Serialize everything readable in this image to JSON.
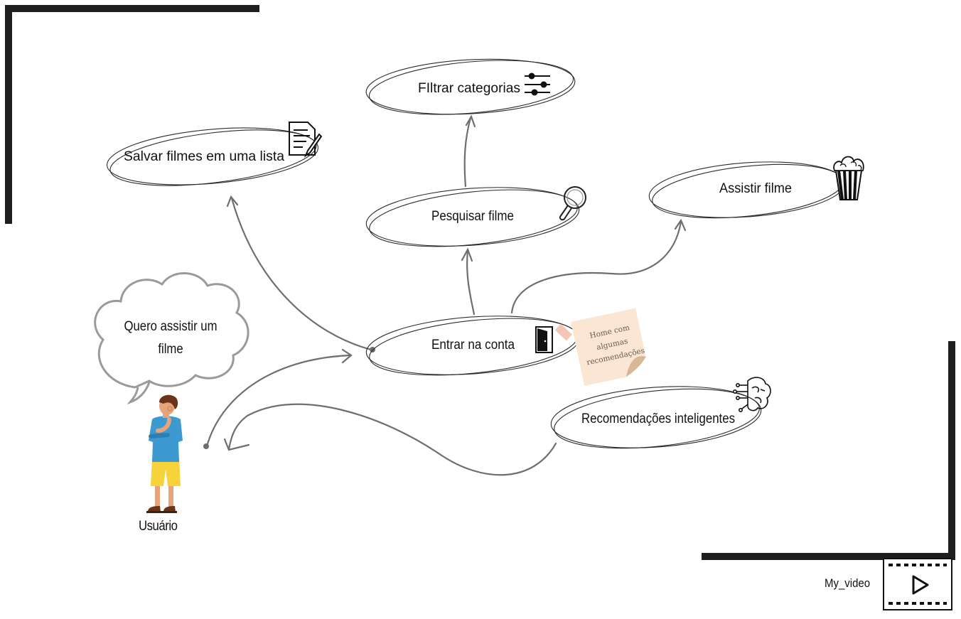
{
  "nodes": {
    "filtrar": "FIltrar categorias",
    "salvar": "Salvar filmes em uma lista",
    "pesquisar": "Pesquisar filme",
    "assistir": "Assistir filme",
    "entrar": "Entrar na conta",
    "recomendacoes": "Recomendações inteligentes"
  },
  "thought_bubble": "Quero assistir um filme",
  "user_label": "Usuário",
  "sticky_note": {
    "line1": "Home com",
    "line2": "algumas",
    "line3": "recomendações"
  },
  "video": {
    "label": "My_video"
  },
  "icons": {
    "filtrar": "sliders-icon",
    "salvar": "document-pencil-icon",
    "pesquisar": "magnifier-icon",
    "assistir": "popcorn-icon",
    "entrar": "door-icon",
    "recomendacoes": "brain-circuit-icon",
    "video": "film-play-icon"
  },
  "colors": {
    "frame": "#1e1e1e",
    "arrow": "#6e6e6e",
    "note": "#fbe6d4"
  }
}
